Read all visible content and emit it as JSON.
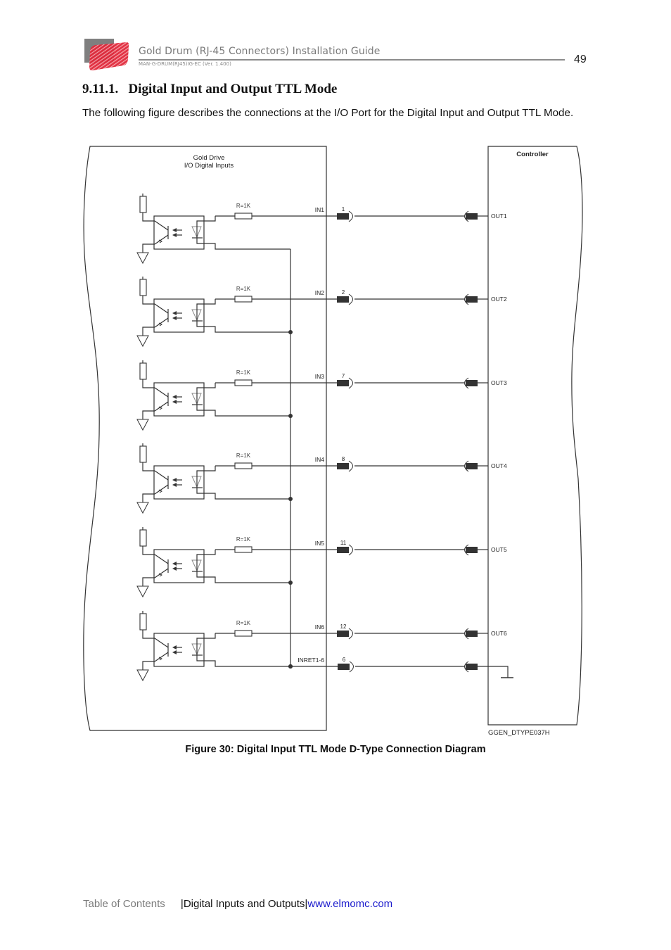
{
  "header": {
    "title": "Gold Drum (RJ-45 Connectors) Installation Guide",
    "subtitle": "MAN-G-DRUM(RJ45)IG-EC (Ver. 1.400)",
    "page_number": "49",
    "logo_icon": "elmo-logo-icon",
    "colors": {
      "logo_red": "#e0283a",
      "logo_gray": "#7f7f7f"
    }
  },
  "section": {
    "title": "9.11.1.   Digital Input and Output TTL Mode",
    "intro": "The following figure describes the connections at the I/O Port for the Digital Input and Output TTL Mode."
  },
  "diagram": {
    "drive_block_title": [
      "Gold Drive",
      "I/O Digital Inputs"
    ],
    "controller_block_title": "Controller",
    "resistor_label": "R=1K",
    "channels": [
      {
        "input": "IN1",
        "pin": "1",
        "output": "OUT1"
      },
      {
        "input": "IN2",
        "pin": "2",
        "output": "OUT2"
      },
      {
        "input": "IN3",
        "pin": "7",
        "output": "OUT3"
      },
      {
        "input": "IN4",
        "pin": "8",
        "output": "OUT4"
      },
      {
        "input": "IN5",
        "pin": "11",
        "output": "OUT5"
      },
      {
        "input": "IN6",
        "pin": "12",
        "output": "OUT6"
      }
    ],
    "return_line": {
      "label": "INRET1-6",
      "pin": "6"
    },
    "drawing_id": "GGEN_DTYPE037H"
  },
  "figure": {
    "caption": "Figure 30: Digital Input TTL Mode D-Type Connection Diagram"
  },
  "footer": {
    "toc_link": "Table of Contents",
    "section_label": "|Digital Inputs and Outputs|",
    "website_link": "www.elmomc.com",
    "link_color": "#1a1acc"
  }
}
